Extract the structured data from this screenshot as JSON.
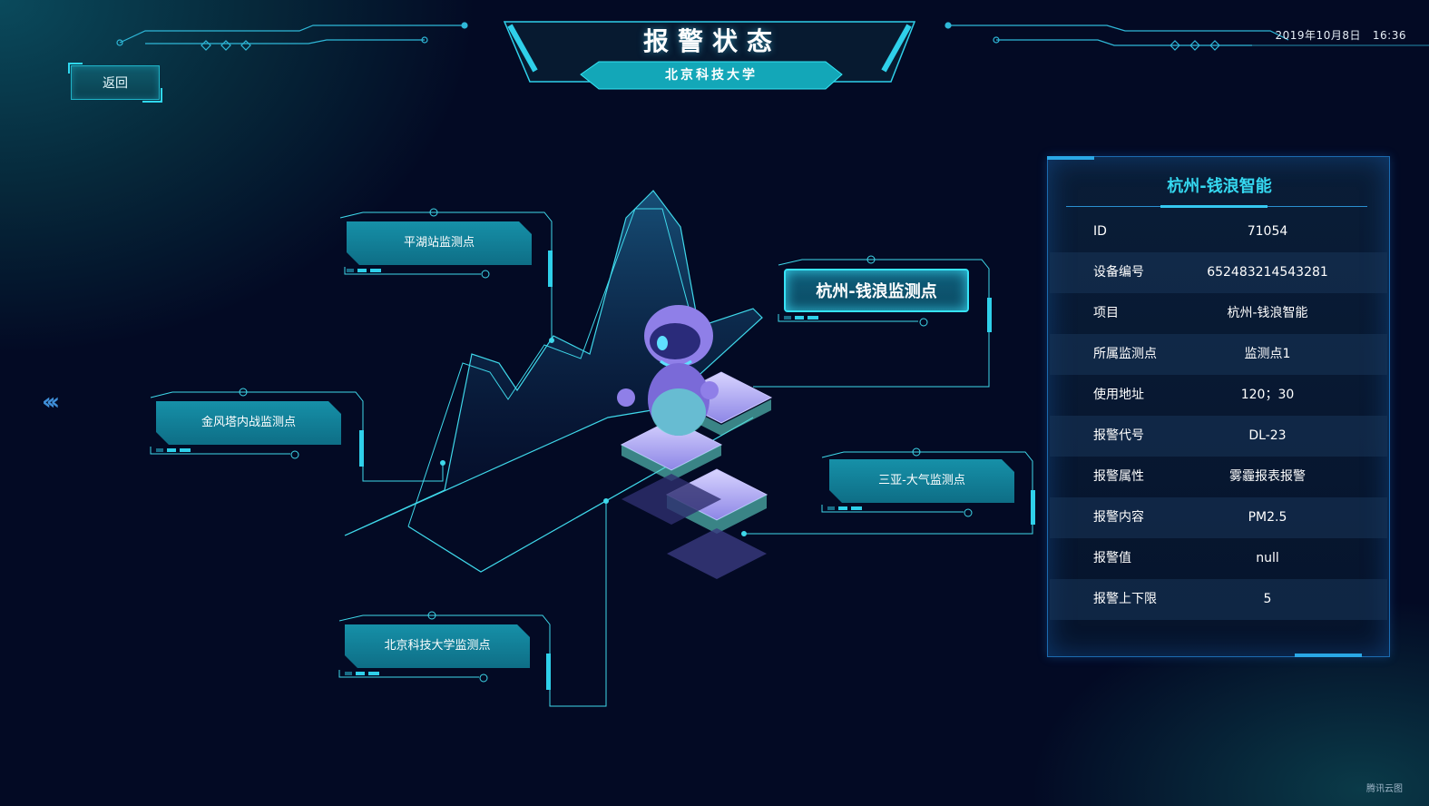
{
  "header": {
    "title": "报警状态",
    "subtitle": "北京科技大学",
    "datetime": "2019年10月8日   16:36"
  },
  "nav": {
    "back_label": "返回",
    "prev_icon": "double-chevron-left-icon"
  },
  "monitoring_points": [
    {
      "label": "平湖站监测点",
      "active": false
    },
    {
      "label": "杭州-钱浪监测点",
      "active": true
    },
    {
      "label": "金风塔内战监测点",
      "active": false
    },
    {
      "label": "三亚-大气监测点",
      "active": false
    },
    {
      "label": "北京科技大学监测点",
      "active": false
    }
  ],
  "panel": {
    "title": "杭州-钱浪智能",
    "rows": [
      {
        "key": "ID",
        "value": "71054"
      },
      {
        "key": "设备编号",
        "value": "652483214543281"
      },
      {
        "key": "项目",
        "value": "杭州-钱浪智能"
      },
      {
        "key": "所属监测点",
        "value": "监测点1"
      },
      {
        "key": "使用地址",
        "value": "120；30"
      },
      {
        "key": "报警代号",
        "value": "DL-23"
      },
      {
        "key": "报警属性",
        "value": "雾霾报表报警"
      },
      {
        "key": "报警内容",
        "value": "PM2.5"
      },
      {
        "key": "报警值",
        "value": "null"
      },
      {
        "key": "报警上下限",
        "value": "5"
      }
    ]
  },
  "watermark": "腾讯云图",
  "colors": {
    "background": "#030a24",
    "accent_cyan": "#35d8f0",
    "panel_border": "#1c6bb0",
    "point_fill": "#1690a8"
  }
}
